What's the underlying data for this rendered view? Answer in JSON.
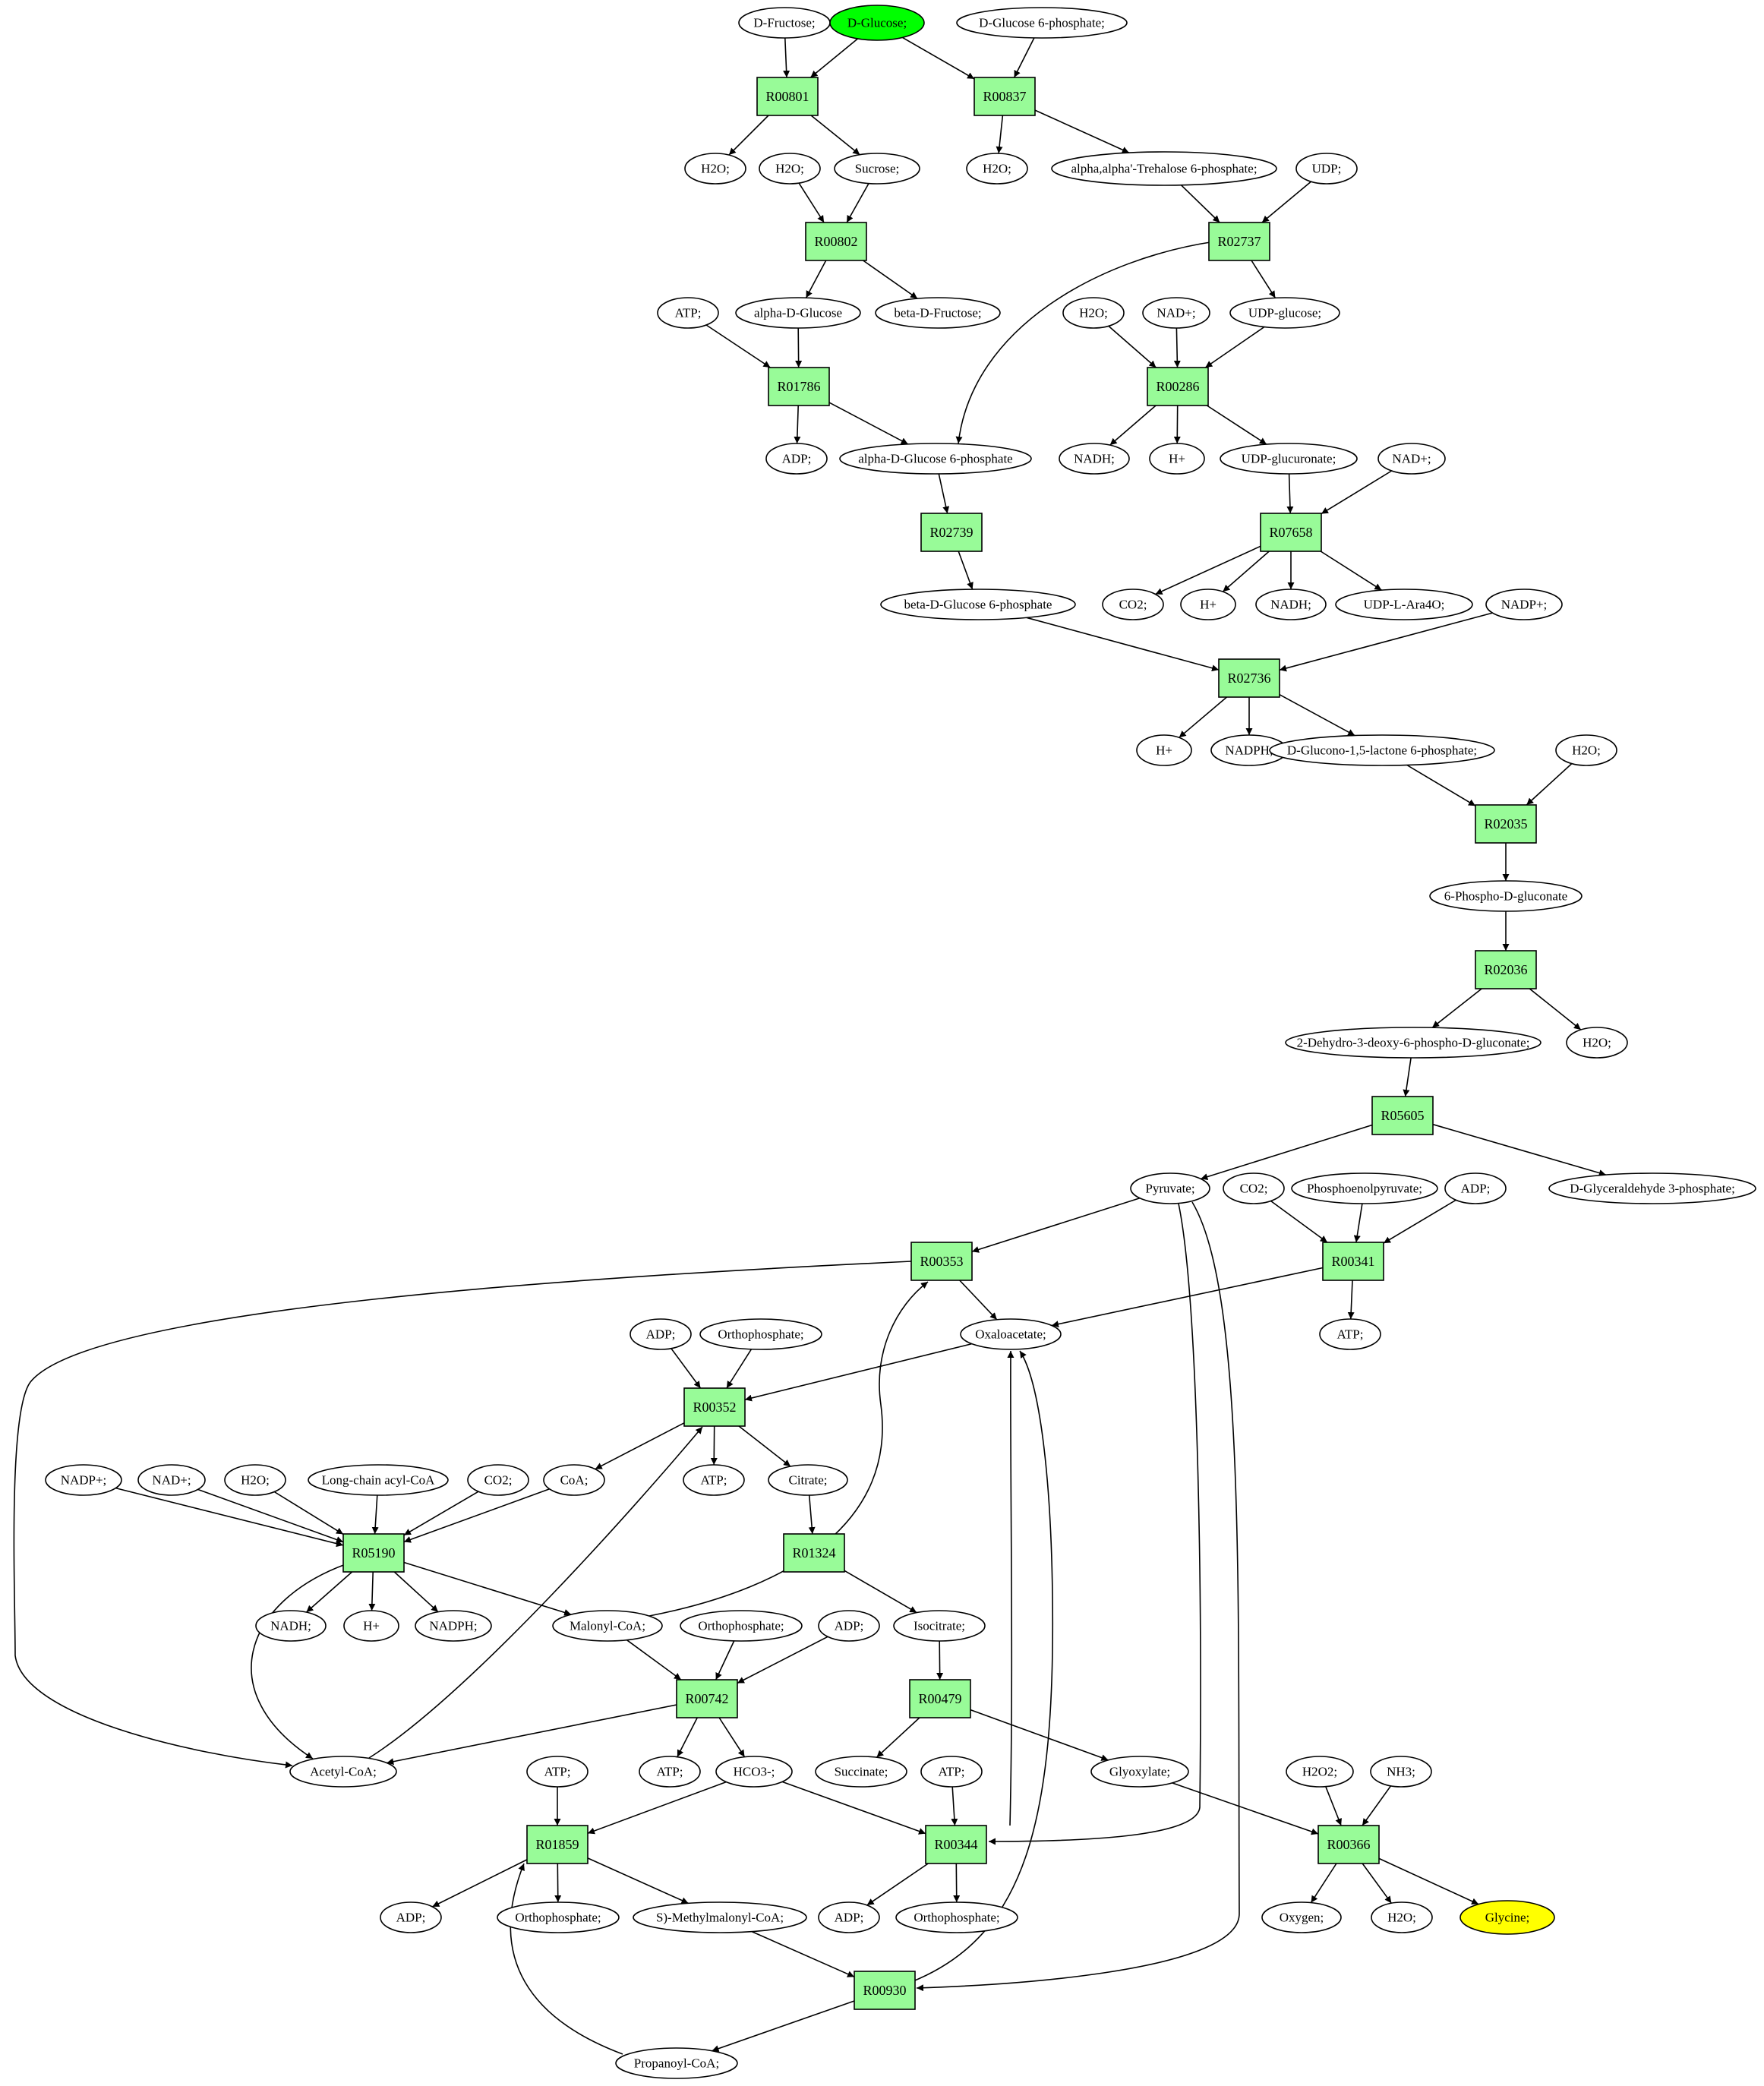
{
  "colors": {
    "reaction_fill": "#98fb98",
    "metabolite_fill": "#ffffff",
    "start_metabolite_fill": "#00ff00",
    "target_metabolite_fill": "#ffff00",
    "stroke": "#000000"
  },
  "metabolites": {
    "dfructose": "D-Fructose;",
    "dglucose": "D-Glucose;",
    "dg6p_top": "D-Glucose 6-phosphate;",
    "h2o_a": "H2O;",
    "h2o_b": "H2O;",
    "sucrose": "Sucrose;",
    "h2o_c": "H2O;",
    "trehalose6p": "alpha,alpha'-Trehalose 6-phosphate;",
    "udp": "UDP;",
    "atp_a": "ATP;",
    "alphadglucose": "alpha-D-Glucose",
    "betadfructose": "beta-D-Fructose;",
    "h2o_d": "H2O;",
    "nad_a": "NAD+;",
    "udpglucose": "UDP-glucose;",
    "adp_a": "ADP;",
    "alphag6p": "alpha-D-Glucose 6-phosphate",
    "nadh_a": "NADH;",
    "hplus_a": "H+",
    "udpglucuronate": "UDP-glucuronate;",
    "nad_b": "NAD+;",
    "co2_a": "CO2;",
    "hplus_b": "H+",
    "nadh_b": "NADH;",
    "udplara4o": "UDP-L-Ara4O;",
    "betag6p": "beta-D-Glucose 6-phosphate",
    "nadp_a": "NADP+;",
    "hplus_c": "H+",
    "nadph_a": "NADPH;",
    "glucono": "D-Glucono-1,5-lactone 6-phosphate;",
    "h2o_e": "H2O;",
    "phosphogluconate": "6-Phospho-D-gluconate",
    "kdpg": "2-Dehydro-3-deoxy-6-phospho-D-gluconate;",
    "h2o_f": "H2O;",
    "pyruvate": "Pyruvate;",
    "co2_b": "CO2;",
    "pep": "Phosphoenolpyruvate;",
    "adp_b": "ADP;",
    "gap": "D-Glyceraldehyde 3-phosphate;",
    "oxaloacetate": "Oxaloacetate;",
    "atp_b": "ATP;",
    "adp_c": "ADP;",
    "ortho_a": "Orthophosphate;",
    "nadp_b": "NADP+;",
    "nad_c": "NAD+;",
    "h2o_g": "H2O;",
    "lcacylcoa": "Long-chain acyl-CoA",
    "co2_c": "CO2;",
    "coa": "CoA;",
    "atp_c": "ATP;",
    "citrate": "Citrate;",
    "nadh_c": "NADH;",
    "hplus_d": "H+",
    "nadph_b": "NADPH;",
    "malonylcoa": "Malonyl-CoA;",
    "ortho_b": "Orthophosphate;",
    "adp_d": "ADP;",
    "isocitrate": "Isocitrate;",
    "acetylcoa": "Acetyl-CoA;",
    "atp_d": "ATP;",
    "atp_e": "ATP;",
    "hco3": "HCO3-;",
    "succinate": "Succinate;",
    "atp_f": "ATP;",
    "glyoxylate": "Glyoxylate;",
    "h2o2": "H2O2;",
    "nh3": "NH3;",
    "adp_e": "ADP;",
    "ortho_c": "Orthophosphate;",
    "methylmalonyl": "S)-Methylmalonyl-CoA;",
    "adp_f": "ADP;",
    "ortho_d": "Orthophosphate;",
    "oxygen": "Oxygen;",
    "h2o_h": "H2O;",
    "glycine": "Glycine;",
    "propanoylcoa": "Propanoyl-CoA;"
  },
  "reactions": {
    "r00801": "R00801",
    "r00837": "R00837",
    "r00802": "R00802",
    "r02737": "R02737",
    "r01786": "R01786",
    "r00286": "R00286",
    "r02739": "R02739",
    "r07658": "R07658",
    "r02736": "R02736",
    "r02035": "R02035",
    "r02036": "R02036",
    "r05605": "R05605",
    "r00353": "R00353",
    "r00341": "R00341",
    "r00352": "R00352",
    "r05190": "R05190",
    "r01324": "R01324",
    "r00742": "R00742",
    "r00479": "R00479",
    "r01859": "R01859",
    "r00344": "R00344",
    "r00366": "R00366",
    "r00930": "R00930"
  }
}
